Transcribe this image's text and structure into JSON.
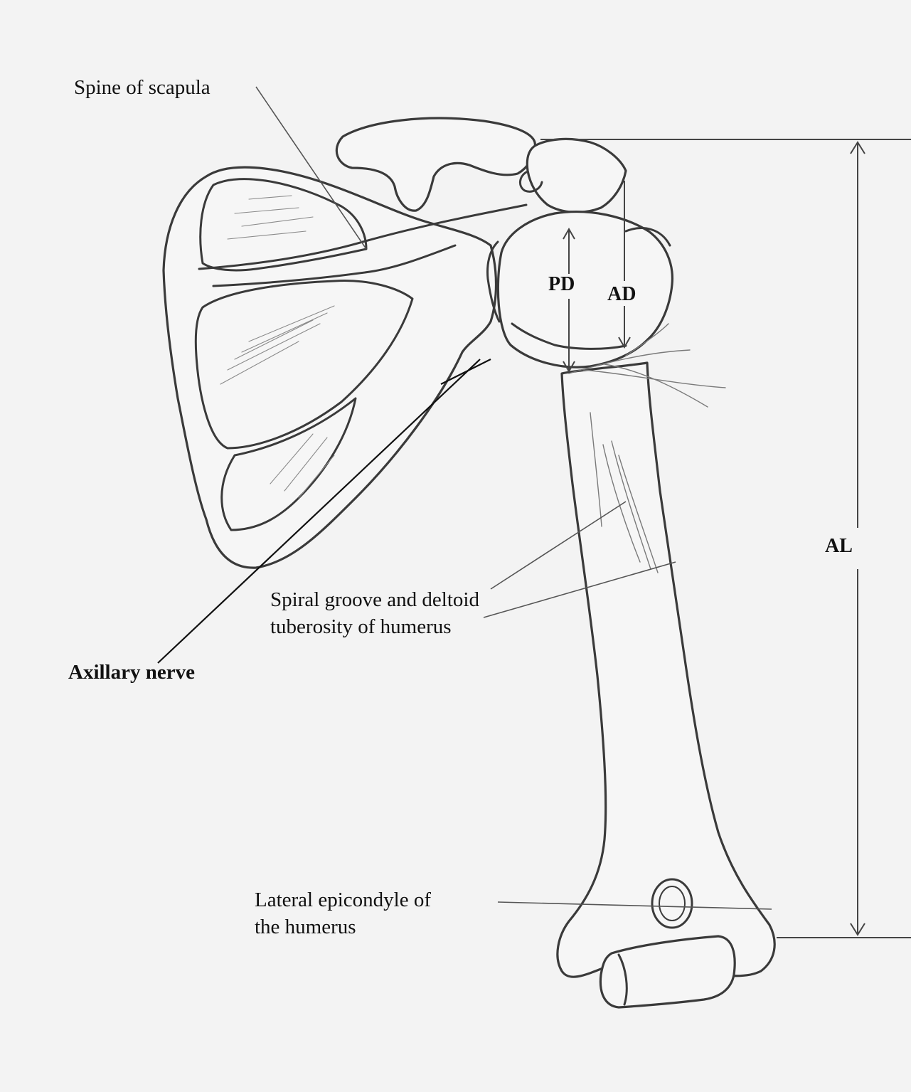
{
  "labels": {
    "spine_of_scapula": "Spine of scapula",
    "spiral_groove_line1": "Spiral groove and deltoid",
    "spiral_groove_line2": "tuberosity of humerus",
    "axillary_nerve": "Axillary nerve",
    "lateral_epicondyle_line1": "Lateral epicondyle of",
    "lateral_epicondyle_line2": "the humerus"
  },
  "measurements": {
    "PD": "PD",
    "AD": "AD",
    "AL": "AL"
  },
  "colors": {
    "paper": "#f3f3f3",
    "pencil": "#3a3a3a",
    "ink": "#111111"
  }
}
